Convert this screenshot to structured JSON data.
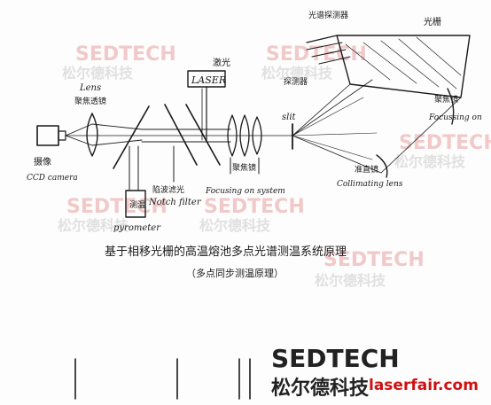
{
  "watermarks": {
    "brand_en": "SEDTECH",
    "brand_cn": "松尔德科技",
    "site": "laserfair.com"
  },
  "labels": {
    "laser_cn": "激光",
    "laser_en": "LASER",
    "lens_en": "Lens",
    "lens_cn": "聚焦透镜",
    "ccd_cn": "摄像",
    "ccd_en": "CCD camera",
    "notch_cn": "陷波滤光",
    "notch_en": "Notch filter",
    "pyrometer_cn": "测温",
    "pyrometer_en": "pyrometer",
    "focus_sys_cn": "聚焦镜",
    "focus_sys_en": "Focusing on system",
    "slit": "slit",
    "collim_cn": "准直镜",
    "collim_en": "Collimating lens",
    "focus_on_cn": "聚焦镜",
    "focus_on_en": "Focussing on",
    "grating_cn": "光栅",
    "detector_cn": "光谱探测器",
    "array_cn": "探测器"
  },
  "caption": {
    "main": "基于相移光栅的高温熔池多点光谱测温系统原理",
    "sub": "（多点同步测温原理）"
  },
  "colors": {
    "ink": "#1a1a1a",
    "watermark_red": "#e8a0a0",
    "watermark_gray": "#c9c9c9",
    "brand_dark": "#222222",
    "site_red": "#d01010"
  }
}
